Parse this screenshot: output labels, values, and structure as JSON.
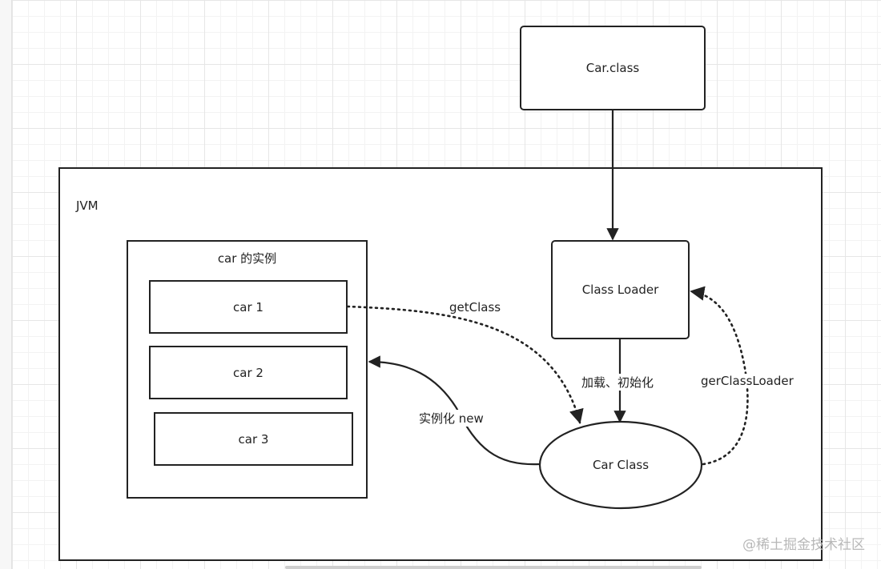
{
  "diagram": {
    "nodes": {
      "car_class_file": "Car.class",
      "jvm": "JVM",
      "instances_group": "car 的实例",
      "car1": "car 1",
      "car2": "car 2",
      "car3": "car 3",
      "class_loader": "Class Loader",
      "car_class": "Car Class"
    },
    "edges": {
      "load_init": "加载、初始化",
      "get_class": "getClass",
      "instantiate": "实例化 new",
      "get_class_loader": "gerClassLoader"
    }
  },
  "watermark": "@稀土掘金技术社区"
}
